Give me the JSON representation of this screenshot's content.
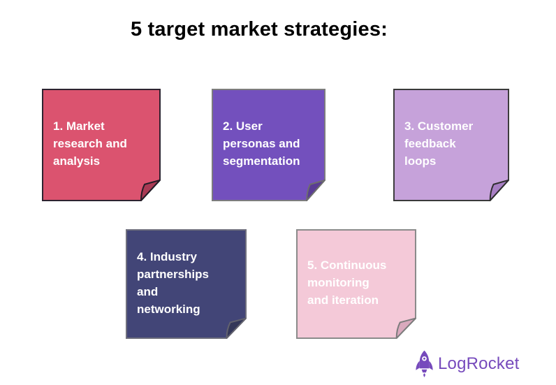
{
  "title": "5 target market strategies:",
  "notes": [
    {
      "text": "1. Market\nresearch and\nanalysis",
      "fill": "#db536f",
      "border": "#2d2330",
      "fold_fill": "#a93a54",
      "fold_stroke": "#221c26"
    },
    {
      "text": "2. User\npersonas and\nsegmentation",
      "fill": "#7350bd",
      "border": "#7d7d7d",
      "fold_fill": "#5a3c95",
      "fold_stroke": "#6e6e6e"
    },
    {
      "text": "3. Customer\nfeedback\nloops",
      "fill": "#c6a2da",
      "border": "#3a3a3a",
      "fold_fill": "#a87fc4",
      "fold_stroke": "#2e2e2e"
    },
    {
      "text": "4. Industry\npartnerships\nand\nnetworking",
      "fill": "#424577",
      "border": "#6f6f7d",
      "fold_fill": "#343759",
      "fold_stroke": "#62626e"
    },
    {
      "text": "5. Continuous\nmonitoring\nand iteration",
      "fill": "#f4c9d8",
      "border": "#8b8b8b",
      "fold_fill": "#d9a9bd",
      "fold_stroke": "#7c7c7c"
    }
  ],
  "logo": {
    "text": "LogRocket",
    "color": "#764abc",
    "icon": "rocket-icon"
  }
}
